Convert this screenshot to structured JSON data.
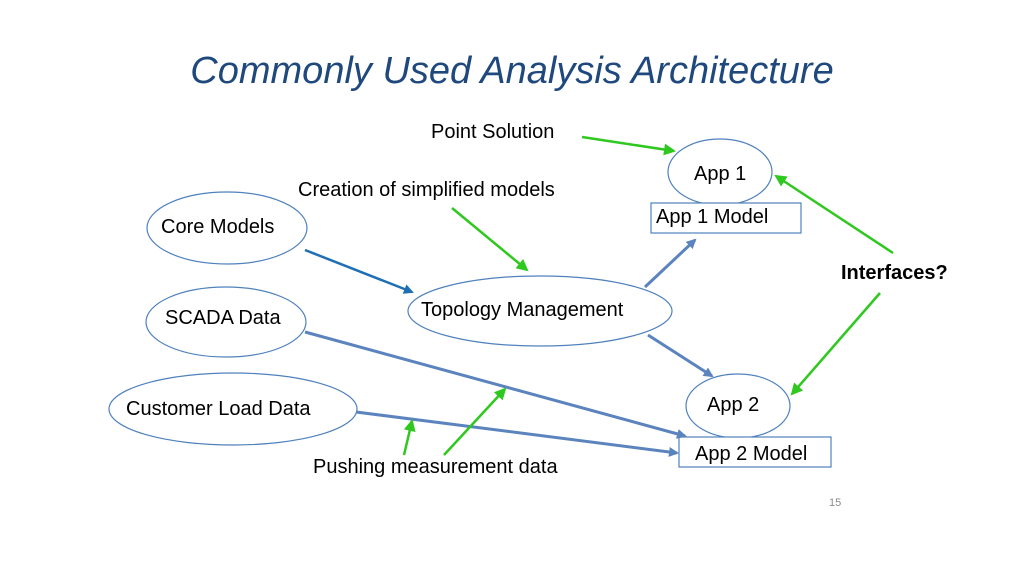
{
  "slide": {
    "title": "Commonly Used Analysis Architecture",
    "page_number": "15"
  },
  "nodes": {
    "core_models": "Core Models",
    "scada_data": "SCADA Data",
    "customer_load_data": "Customer Load Data",
    "topology_management": "Topology Management",
    "app1": "App 1",
    "app1_model": "App 1 Model",
    "app2": "App 2",
    "app2_model": "App 2 Model"
  },
  "annotations": {
    "point_solution": "Point Solution",
    "creation_models": "Creation of simplified models",
    "interfaces": "Interfaces?",
    "pushing_data": "Pushing measurement data"
  },
  "colors": {
    "title": "#1f497d",
    "ellipse_stroke": "#4f81bd",
    "flow_arrow": "#5b84be",
    "core_arrow": "#1f6fb5",
    "annotation_arrow": "#2ec81e"
  }
}
